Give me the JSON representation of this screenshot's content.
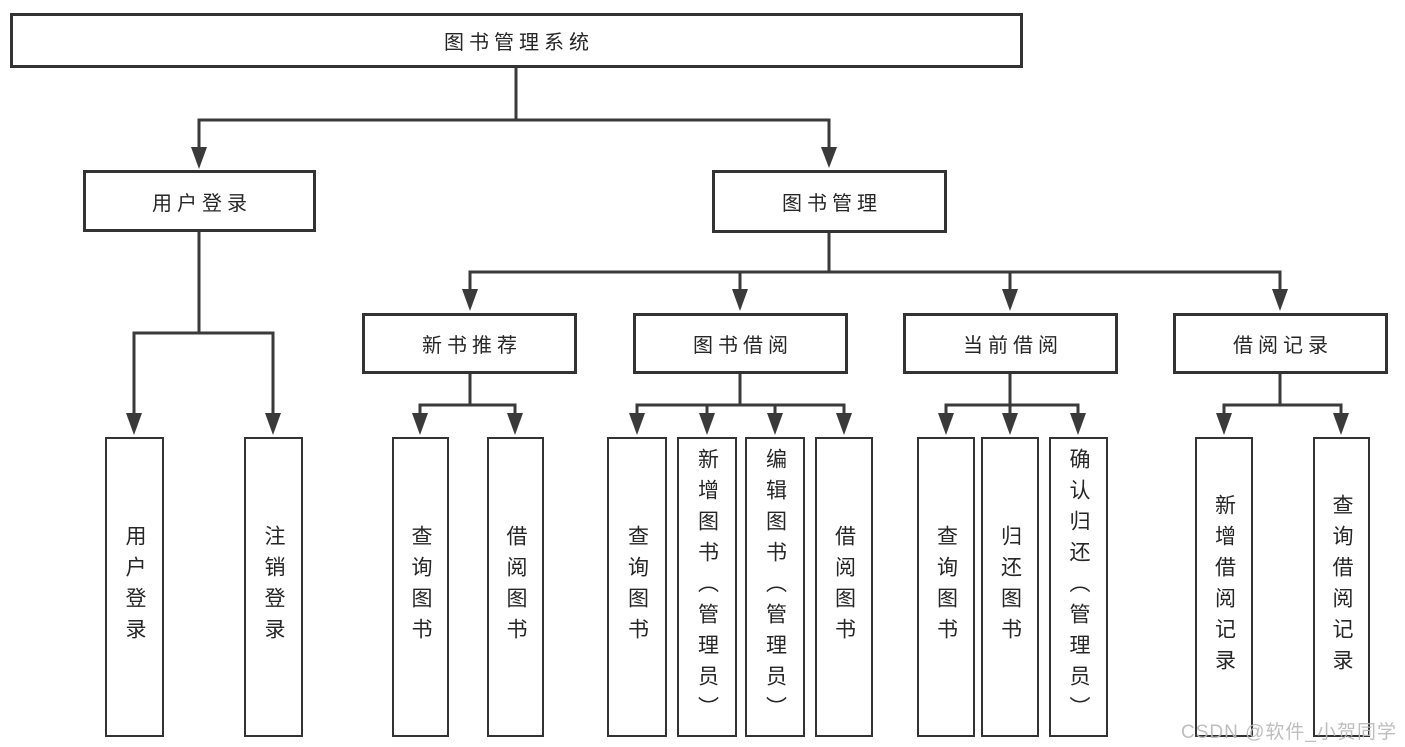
{
  "tree": {
    "label": "图书管理系统",
    "children": [
      {
        "label": "用户登录",
        "children": [
          {
            "label": "用户登录"
          },
          {
            "label": "注销登录"
          }
        ]
      },
      {
        "label": "图书管理",
        "children": [
          {
            "label": "新书推荐",
            "children": [
              {
                "label": "查询图书"
              },
              {
                "label": "借阅图书"
              }
            ]
          },
          {
            "label": "图书借阅",
            "children": [
              {
                "label": "查询图书"
              },
              {
                "label": "新增图书（管理员）"
              },
              {
                "label": "编辑图书（管理员）"
              },
              {
                "label": "借阅图书"
              }
            ]
          },
          {
            "label": "当前借阅",
            "children": [
              {
                "label": "查询图书"
              },
              {
                "label": "归还图书"
              },
              {
                "label": "确认归还（管理员）"
              }
            ]
          },
          {
            "label": "借阅记录",
            "children": [
              {
                "label": "新增借阅记录"
              },
              {
                "label": "查询借阅记录"
              }
            ]
          }
        ]
      }
    ]
  },
  "watermark": {
    "text": "CSDN @软件_小贺同学"
  },
  "colors": {
    "line": "#3a3a3a",
    "box_border": "#333333",
    "text": "#262626",
    "background": "#ffffff",
    "watermark": "#b9b9b9"
  }
}
